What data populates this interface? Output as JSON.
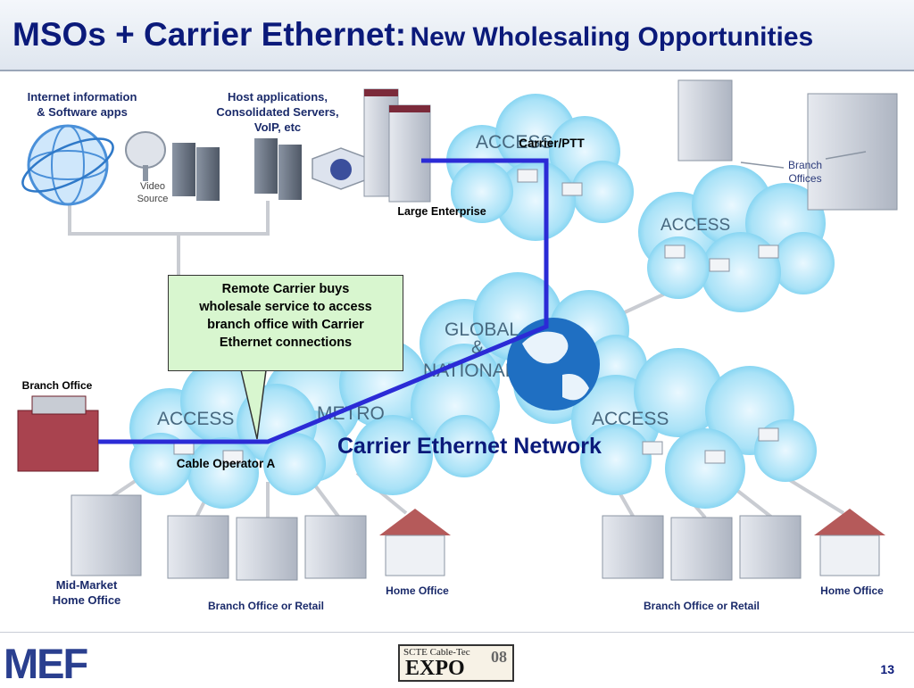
{
  "title": {
    "main": "MSOs + Carrier Ethernet:",
    "sub": "New Wholesaling Opportunities"
  },
  "labels": {
    "internet_line1": "Internet information",
    "internet_line2": "& Software apps",
    "host_line1": "Host applications,",
    "host_line2": "Consolidated Servers,",
    "host_line3": "VoIP, etc",
    "video_line1": "Video",
    "video_line2": "Source",
    "large_enterprise": "Large Enterprise",
    "carrier_ptt": "Carrier/PTT",
    "branch_offices_line1": "Branch",
    "branch_offices_line2": "Offices",
    "branch_office": "Branch Office",
    "cable_operator": "Cable Operator A",
    "mid_market_line1": "Mid-Market",
    "mid_market_line2": "Home Office",
    "home_office_left": "Home Office",
    "home_office_right": "Home Office",
    "branch_retail_left": "Branch Office or Retail",
    "branch_retail_right": "Branch Office or Retail"
  },
  "clouds": {
    "access_top": "ACCESS",
    "access_mid": "ACCESS",
    "access_left": "ACCESS",
    "access_right": "ACCESS",
    "metro": "METRO",
    "global_line1": "GLOBAL",
    "global_line2": "&",
    "global_line3": "NATIONAL"
  },
  "callout": {
    "line1": "Remote Carrier  buys",
    "line2": "wholesale service to access",
    "line3": "branch office with Carrier",
    "line4": "Ethernet connections"
  },
  "network_label": "Carrier Ethernet Network",
  "footer": {
    "logo_mef": "MEF",
    "expo_line1": "SCTE Cable-Tec",
    "expo_line2": "EXPO",
    "expo_year": "08",
    "page_number": "13"
  },
  "colors": {
    "title": "#0b1a7a",
    "path": "#2b2bd6",
    "cloud": "#5fc6ec",
    "callout_bg": "#d8f6cf"
  }
}
